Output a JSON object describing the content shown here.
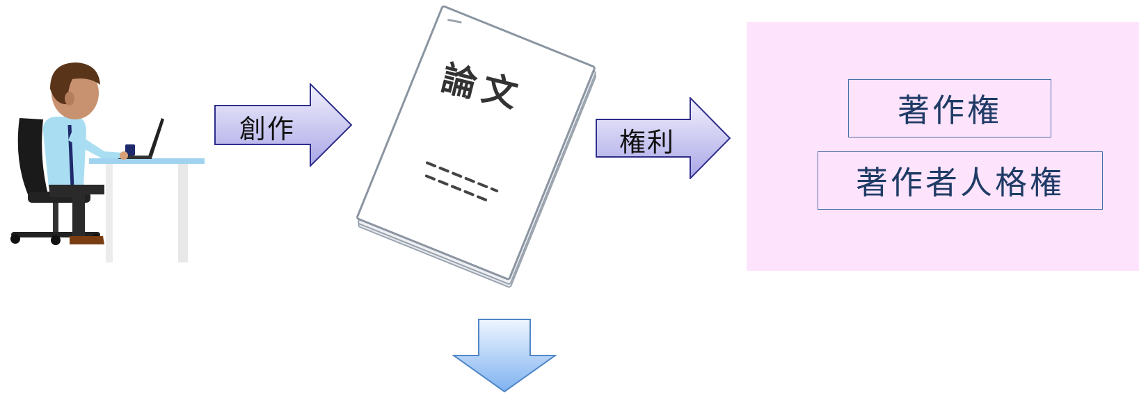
{
  "flow": {
    "create_label": "創作",
    "rights_label": "権利"
  },
  "paper": {
    "title": "論文"
  },
  "rights": {
    "items": [
      {
        "label": "著作権"
      },
      {
        "label": "著作者人格権"
      }
    ]
  },
  "colors": {
    "panel_bg": "#fde3fb",
    "box_border": "#4a6fa5",
    "box_text": "#1f3b66",
    "arrow_fill_start": "#e8e6fb",
    "arrow_fill_end": "#a9a6e6",
    "arrow_stroke": "#2d2d8a",
    "down_arrow_start": "#eaf3ff",
    "down_arrow_end": "#7fb2f0"
  }
}
